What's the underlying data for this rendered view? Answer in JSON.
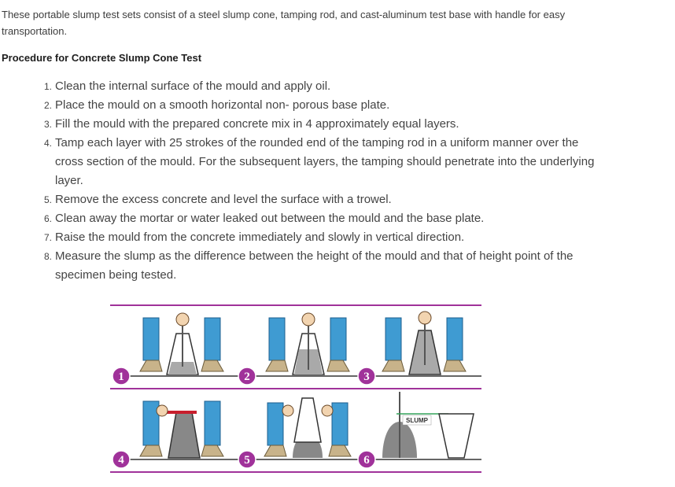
{
  "intro": "These portable slump test sets consist of a steel slump cone, tamping rod, and cast-aluminum test base with handle for easy transportation.",
  "heading": "Procedure for Concrete Slump Cone Test",
  "steps": [
    {
      "num": "1.",
      "text": "Clean the internal surface of the mould and apply oil."
    },
    {
      "num": "2.",
      "text": "Place the mould on a smooth horizontal non- porous base plate."
    },
    {
      "num": "3.",
      "text": "Fill the mould with the prepared concrete mix in 4 approximately equal layers."
    },
    {
      "num": "4.",
      "text": "Tamp each layer with 25 strokes of the rounded end of the tamping rod in a uniform manner over the cross section of the mould. For the subsequent layers, the tamping should penetrate into the underlying layer."
    },
    {
      "num": "5.",
      "text": "Remove the excess concrete and level the surface with a trowel."
    },
    {
      "num": "6.",
      "text": "Clean away the mortar or water leaked out between the mould and the base plate."
    },
    {
      "num": "7.",
      "text": "Raise the mould from the concrete immediately and slowly in vertical direction."
    },
    {
      "num": "8.",
      "text": "Measure the slump as the difference between the height of the mould and that of height point of the specimen being tested."
    }
  ],
  "figure": {
    "panel_numbers": [
      "1",
      "2",
      "3",
      "4",
      "5",
      "6"
    ],
    "slump_label": "SLUMP",
    "colors": {
      "rule": "#a0329a",
      "badge": "#a0329a",
      "leg": "#3f9bd2",
      "cone": "#888888",
      "concrete": "#a9a9a9",
      "rod": "#c81e2d"
    }
  }
}
